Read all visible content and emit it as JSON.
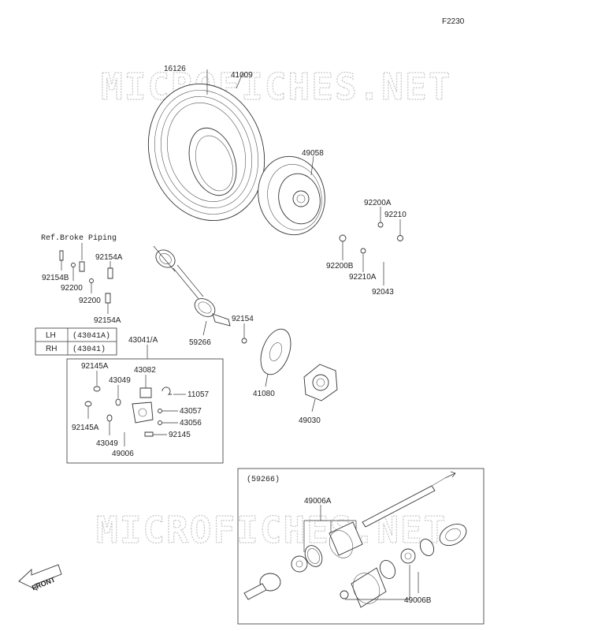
{
  "figure_id": "F2230",
  "watermark": "MICROFICHES.NET",
  "reference_note": "Ref.Broke Piping",
  "front_label": "FRONT",
  "labels": {
    "p16126": "16126",
    "p41009": "41009",
    "p49058": "49058",
    "p92200A": "92200A",
    "p92210": "92210",
    "p92200B": "92200B",
    "p92210A": "92210A",
    "p92043": "92043",
    "p92154B": "92154B",
    "p92154A_top": "92154A",
    "p92200": "92200",
    "p92200_b": "92200",
    "p92154A_bot": "92154A",
    "p92154": "92154",
    "p59266": "59266",
    "p41080": "41080",
    "p49030": "49030",
    "p43041A": "43041/A",
    "p92145A_top": "92145A",
    "p43082": "43082",
    "p43049_top": "43049",
    "p11057": "11057",
    "p43057": "43057",
    "p43056": "43056",
    "p92145": "92145",
    "p92145A_bot": "92145A",
    "p43049_bot": "43049",
    "p49006": "49006",
    "inset_ref": "(59266)",
    "p49006A": "49006A",
    "p49006B": "49006B"
  },
  "side_table": {
    "rows": [
      {
        "side": "LH",
        "code": "(43041A)"
      },
      {
        "side": "RH",
        "code": "(43041)"
      }
    ]
  }
}
